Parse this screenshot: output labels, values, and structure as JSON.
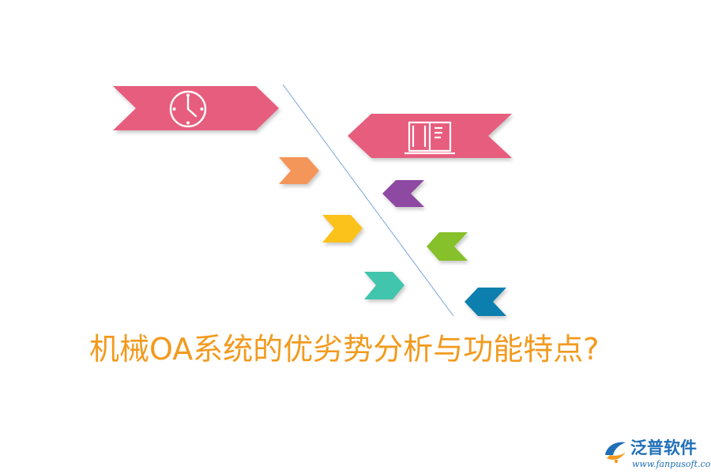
{
  "title": "机械OA系统的优劣势分析与功能特点?",
  "colors": {
    "title": "#f29a1e",
    "banner": "#e75d7d",
    "divider": "#7aa3dc",
    "right_chevrons": [
      "#f4965a",
      "#fcc21e",
      "#42c5ad"
    ],
    "left_chevrons": [
      "#8e4aa2",
      "#86c02b",
      "#117fae"
    ],
    "logo_blue": "#1e6fb8",
    "logo_orange": "#f39a1e"
  },
  "icons": {
    "left_banner": "clock-icon",
    "right_banner": "book-icon"
  },
  "logo": {
    "name": "泛普软件",
    "url": "www.fanpusoft.com"
  }
}
